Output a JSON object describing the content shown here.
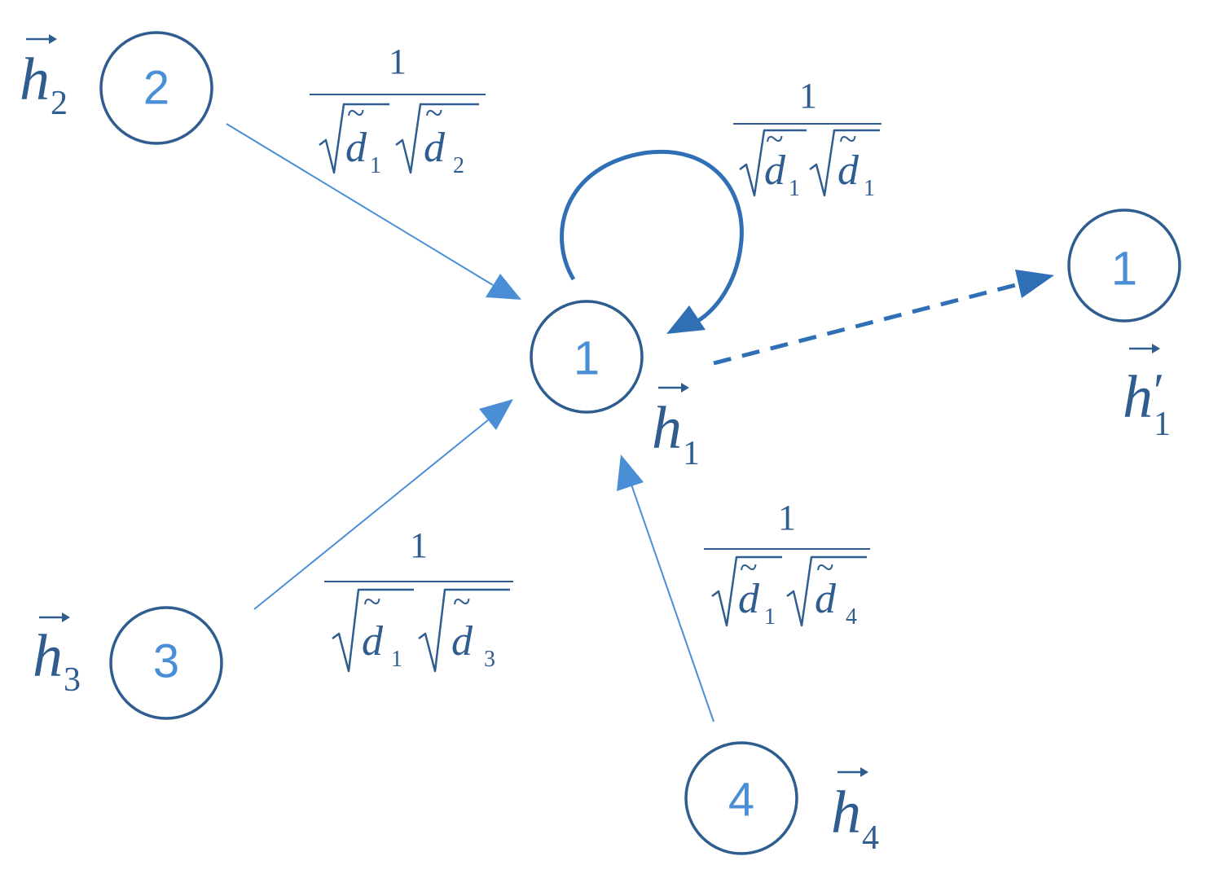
{
  "nodes": {
    "center": {
      "label": "1"
    },
    "node2": {
      "label": "2"
    },
    "node3": {
      "label": "3"
    },
    "node4": {
      "label": "4"
    },
    "output": {
      "label": "1"
    }
  },
  "vectors": {
    "h1": {
      "base": "h",
      "sub": "1"
    },
    "h2": {
      "base": "h",
      "sub": "2"
    },
    "h3": {
      "base": "h",
      "sub": "3"
    },
    "h4": {
      "base": "h",
      "sub": "4"
    },
    "h1prime": {
      "base": "h",
      "sub": "1",
      "prime": "′"
    }
  },
  "weights": {
    "w12": {
      "numerator": "1",
      "d_symbol": "d",
      "sub_a": "1",
      "sub_b": "2"
    },
    "w11": {
      "numerator": "1",
      "d_symbol": "d",
      "sub_a": "1",
      "sub_b": "1"
    },
    "w13": {
      "numerator": "1",
      "d_symbol": "d",
      "sub_a": "1",
      "sub_b": "3"
    },
    "w14": {
      "numerator": "1",
      "d_symbol": "d",
      "sub_a": "1",
      "sub_b": "4"
    }
  },
  "tilde": "~",
  "colors": {
    "node_stroke": "#2f5d8f",
    "node_label": "#4a8fd6",
    "edge_light": "#4a8fd6",
    "edge_dark": "#2f6fb5",
    "math_text": "#2f5d8f"
  }
}
